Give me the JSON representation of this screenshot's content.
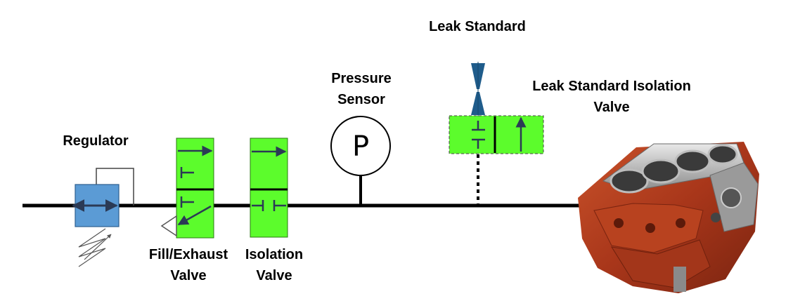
{
  "labels": {
    "regulator": "Regulator",
    "fill_exhaust_valve": [
      "Fill/Exhaust",
      "Valve"
    ],
    "isolation_valve": [
      "Isolation",
      "Valve"
    ],
    "pressure_sensor": [
      "Pressure",
      "Sensor"
    ],
    "leak_standard": "Leak Standard",
    "leak_standard_isolation_valve": [
      "Leak Standard Isolation",
      "Valve"
    ]
  },
  "pressure_sensor_symbol": "P",
  "colors": {
    "valve_fill": "#5cfc2c",
    "regulator_fill": "#5b9bd5",
    "leak_standard_fill": "#1f5c8b",
    "line": "#000000"
  },
  "icons": {
    "engine": "engine-block-icon"
  }
}
